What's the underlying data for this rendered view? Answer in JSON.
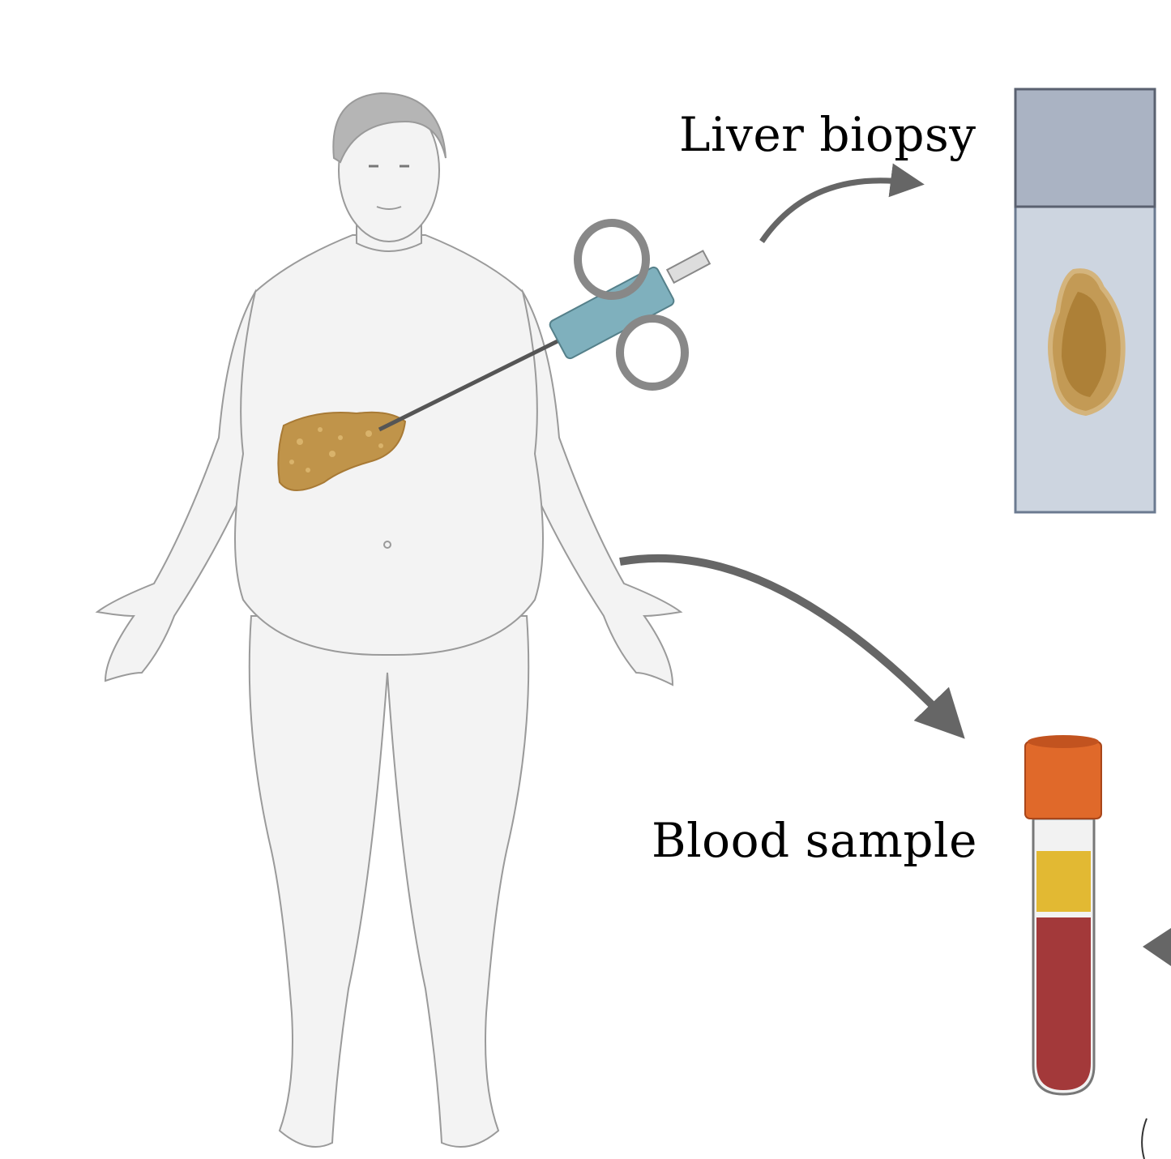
{
  "labels": {
    "liver_biopsy": "Liver biopsy",
    "blood_sample": "Blood sample"
  },
  "colors": {
    "body": "#f3f3f3",
    "outline": "#9a9a9a",
    "hair": "#b5b5b5",
    "liver": "#c0944a",
    "syringe": "#7fb0bd",
    "arrow": "#666666",
    "slide": "#cdd5e0",
    "slide_label": "#aab3c3",
    "tube_cap": "#e0692a",
    "plasma": "#e2b933",
    "blood": "#a3393a"
  },
  "icons": [
    "human-figure",
    "fatty-liver",
    "biopsy-needle",
    "microscope-slide",
    "blood-tube",
    "arrow"
  ]
}
